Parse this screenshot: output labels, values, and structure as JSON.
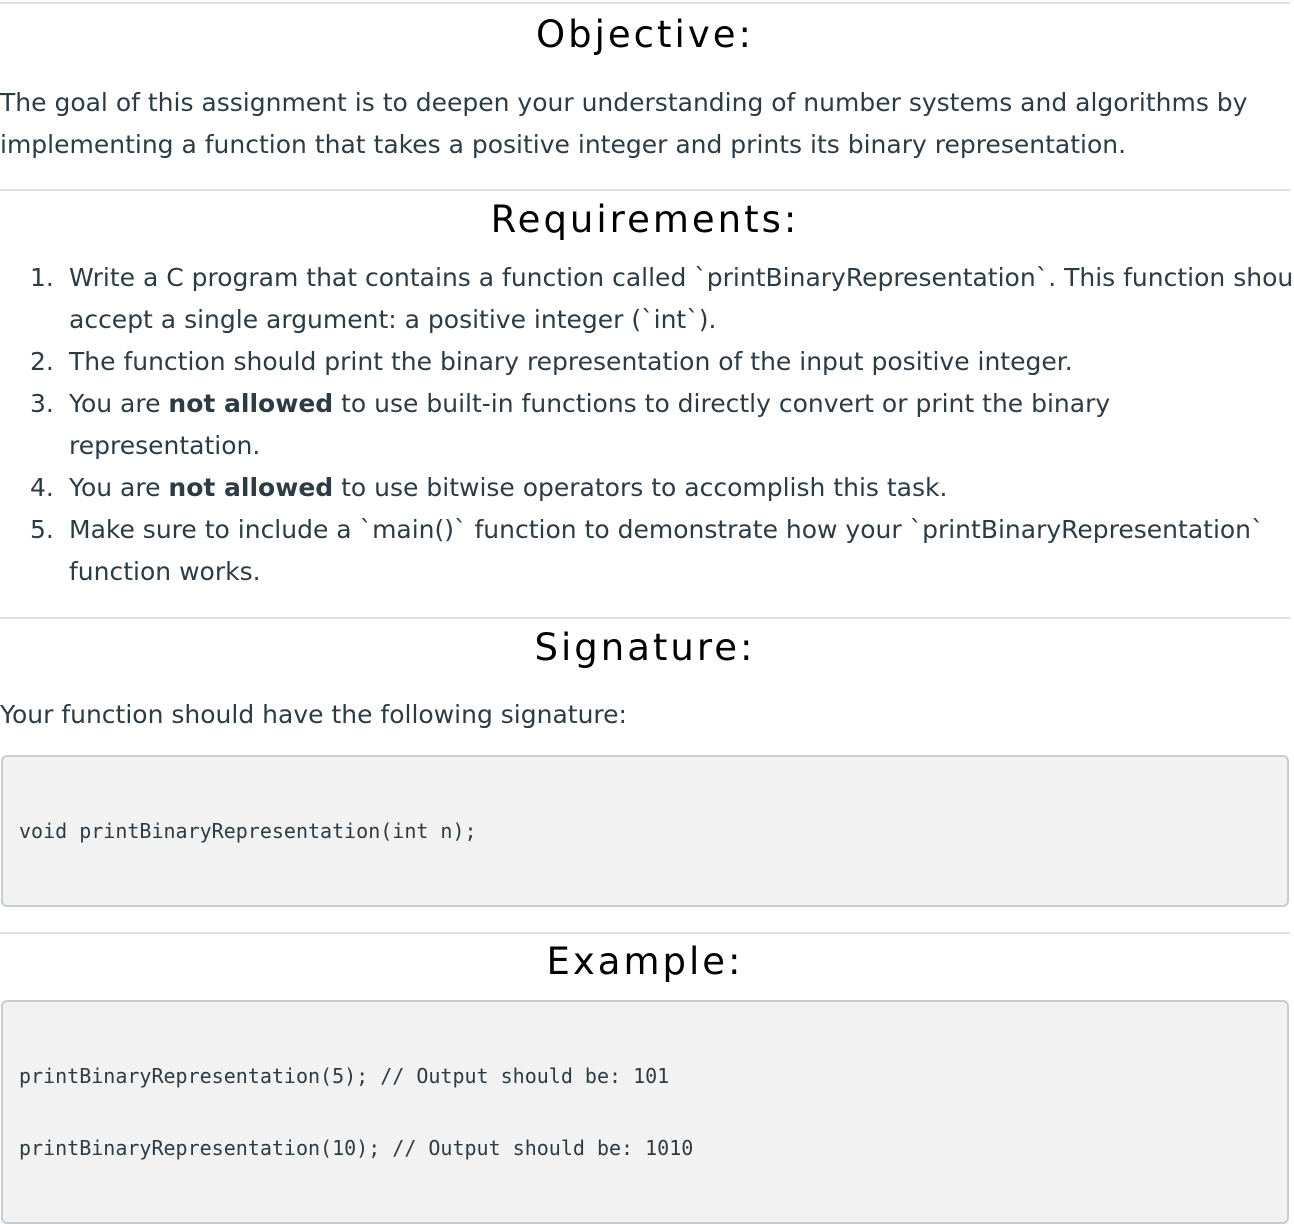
{
  "objective": {
    "heading": "Objective:",
    "text_line1": "The goal of this assignment is to deepen your understanding of number systems and algorithms by",
    "text_line2": "implementing a function that takes a positive integer and prints its binary representation."
  },
  "requirements": {
    "heading": "Requirements:",
    "items": [
      {
        "number": "1.",
        "line1": "Write a C program that contains a function called `printBinaryRepresentation`. This function should",
        "line2": "accept a single argument: a positive integer (`int`)."
      },
      {
        "number": "2.",
        "line1": "The function should print the binary representation of the input positive integer."
      },
      {
        "number": "3.",
        "prefix": "You are ",
        "bold": "not allowed",
        "suffix": " to use built-in functions to directly convert or print the binary representation."
      },
      {
        "number": "4.",
        "prefix": "You are ",
        "bold": "not allowed",
        "suffix": " to use bitwise operators to accomplish this task."
      },
      {
        "number": "5.",
        "line1": "Make sure to include a `main()` function to demonstrate how your `printBinaryRepresentation`",
        "line2": "function works."
      }
    ]
  },
  "signature": {
    "heading": "Signature:",
    "intro": "Your function should have the following signature:",
    "code": "void printBinaryRepresentation(int n);"
  },
  "example": {
    "heading": "Example:",
    "code_lines": [
      "printBinaryRepresentation(5); // Output should be: 101",
      "printBinaryRepresentation(10); // Output should be: 1010"
    ]
  }
}
